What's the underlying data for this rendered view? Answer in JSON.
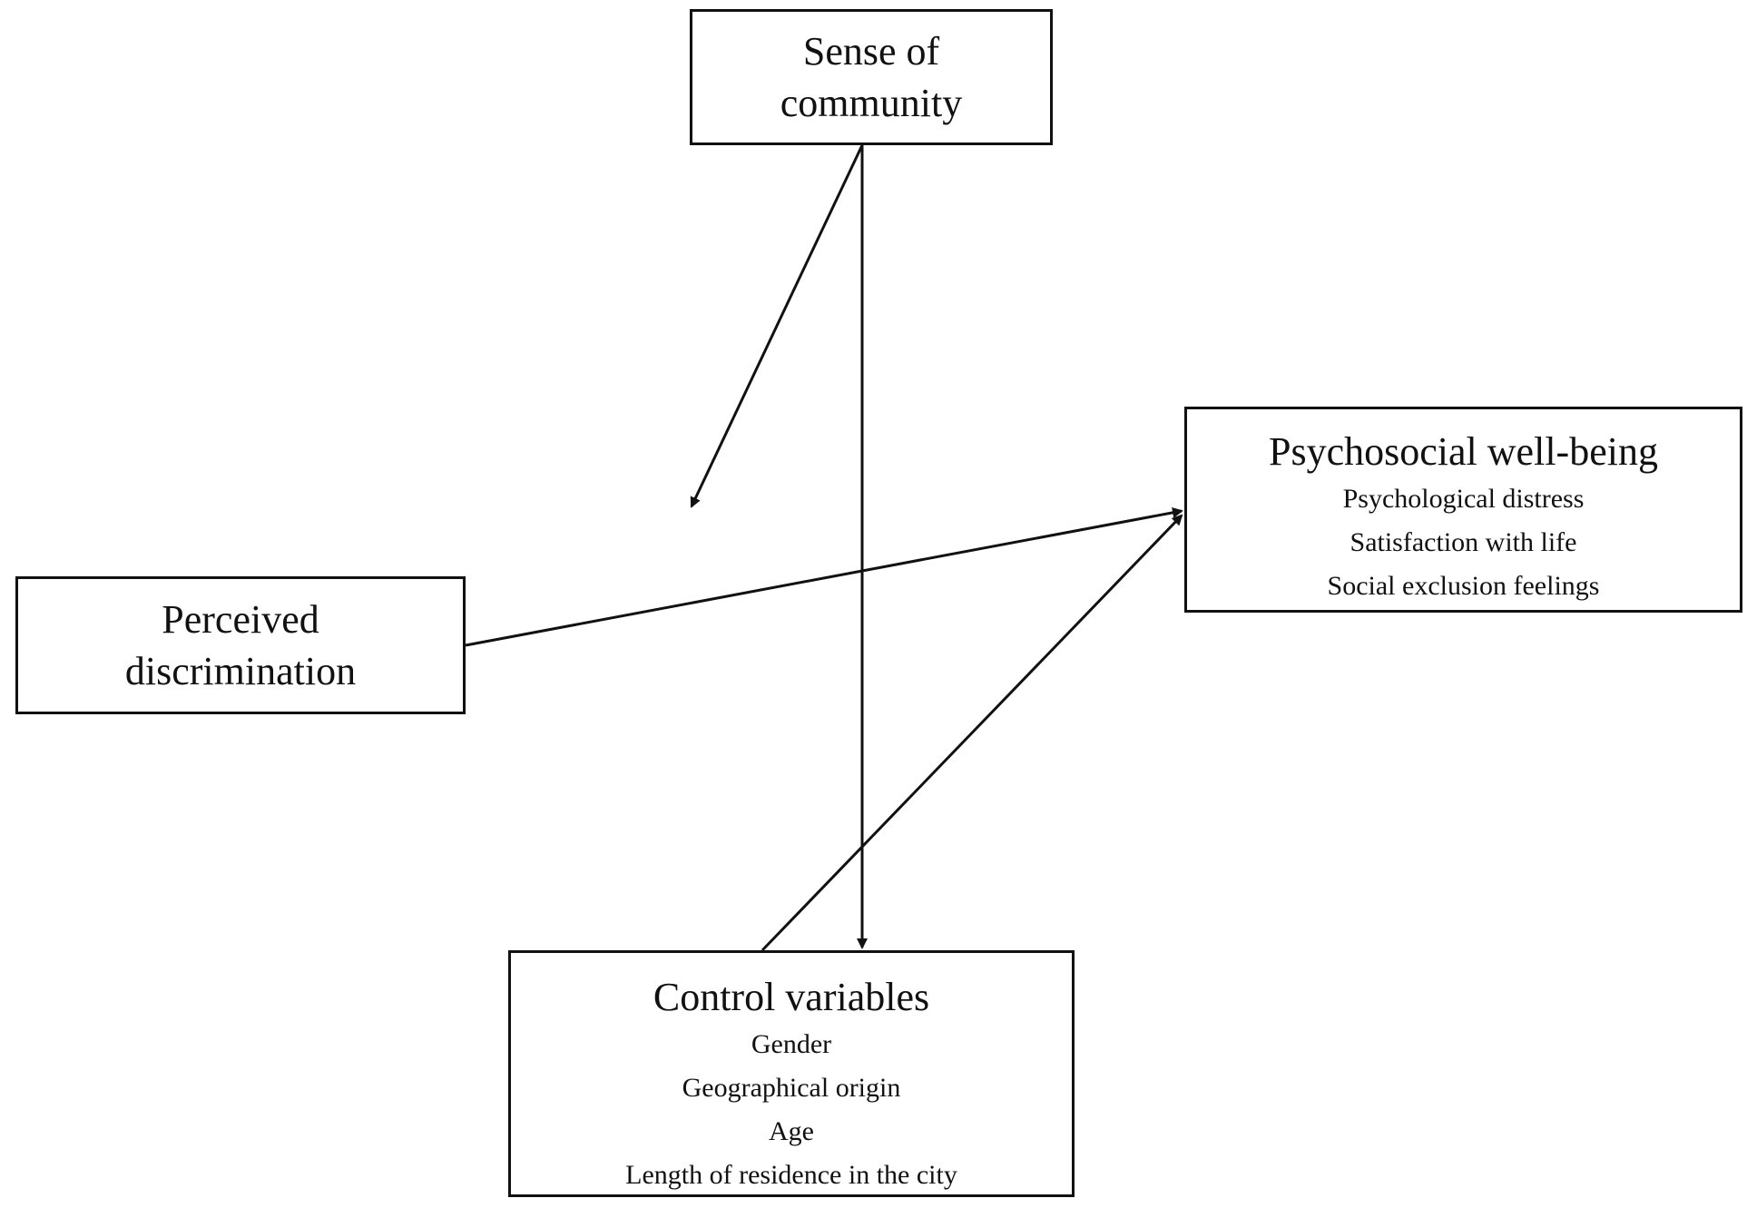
{
  "diagram": {
    "nodes": {
      "sense_of_community": {
        "title": "Sense of community"
      },
      "perceived_discrimination": {
        "title": "Perceived discrimination"
      },
      "psychosocial_wellbeing": {
        "title": "Psychosocial well-being",
        "items": [
          "Psychological distress",
          "Satisfaction with life",
          "Social exclusion feelings"
        ]
      },
      "control_variables": {
        "title": "Control variables",
        "items": [
          "Gender",
          "Geographical origin",
          "Age",
          "Length of residence in the city"
        ]
      }
    },
    "edges": [
      {
        "from": "perceived_discrimination",
        "to": "psychosocial_wellbeing",
        "kind": "direct-effect"
      },
      {
        "from": "sense_of_community",
        "to": "perceived_discrimination-psychosocial_wellbeing-path",
        "kind": "moderation"
      },
      {
        "from": "sense_of_community",
        "to": "control_variables",
        "kind": "arrow"
      },
      {
        "from": "control_variables",
        "to": "psychosocial_wellbeing",
        "kind": "control"
      }
    ],
    "line_color": "#111111",
    "background_color": "#ffffff"
  }
}
